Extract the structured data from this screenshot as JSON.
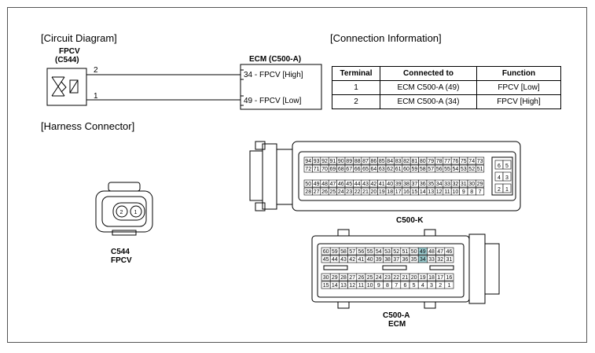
{
  "sections": {
    "circuit": "[Circuit Diagram]",
    "connection": "[Connection Information]",
    "harness": "[Harness Connector]"
  },
  "fpcv": {
    "name": "FPCV",
    "code": "(C544)"
  },
  "ecm": {
    "title": "ECM (C500-A)",
    "pins": [
      "34 - FPCV [High]",
      "49 - FPCV [Low]"
    ]
  },
  "wires": {
    "w1": "2",
    "w2": "1"
  },
  "table": {
    "headers": [
      "Terminal",
      "Connected to",
      "Function"
    ],
    "rows": [
      [
        "1",
        "ECM C500-A (49)",
        "FPCV [Low]"
      ],
      [
        "2",
        "ECM C500-A (34)",
        "FPCV [High]"
      ]
    ]
  },
  "connectors": {
    "c544": {
      "code": "C544",
      "name": "FPCV",
      "pins": [
        "2",
        "1"
      ]
    },
    "c500k": {
      "code": "C500-K",
      "rows": [
        [
          "94",
          "93",
          "92",
          "91",
          "90",
          "89",
          "88",
          "87",
          "86",
          "85",
          "84",
          "83",
          "82",
          "81",
          "80",
          "79",
          "78",
          "77",
          "76",
          "75",
          "74",
          "73"
        ],
        [
          "72",
          "71",
          "70",
          "69",
          "68",
          "67",
          "66",
          "65",
          "64",
          "63",
          "62",
          "61",
          "60",
          "59",
          "58",
          "57",
          "56",
          "55",
          "54",
          "53",
          "52",
          "51"
        ],
        [
          "50",
          "49",
          "48",
          "47",
          "46",
          "45",
          "44",
          "43",
          "42",
          "41",
          "40",
          "39",
          "38",
          "37",
          "36",
          "35",
          "34",
          "33",
          "32",
          "31",
          "30",
          "29"
        ],
        [
          "28",
          "27",
          "26",
          "25",
          "24",
          "23",
          "22",
          "21",
          "20",
          "19",
          "18",
          "17",
          "16",
          "15",
          "14",
          "13",
          "12",
          "11",
          "10",
          "9",
          "8",
          "7"
        ]
      ],
      "side": [
        [
          "6",
          "5"
        ],
        [
          "4",
          "3"
        ],
        [
          "2",
          "1"
        ]
      ]
    },
    "c500a": {
      "code": "C500-A",
      "name": "ECM",
      "rows": [
        [
          "60",
          "59",
          "58",
          "57",
          "56",
          "55",
          "54",
          "53",
          "52",
          "51",
          "50",
          "49",
          "48",
          "47",
          "46"
        ],
        [
          "45",
          "44",
          "43",
          "42",
          "41",
          "40",
          "39",
          "38",
          "37",
          "36",
          "35",
          "34",
          "33",
          "32",
          "31"
        ],
        [
          "30",
          "29",
          "28",
          "27",
          "26",
          "25",
          "24",
          "23",
          "22",
          "21",
          "20",
          "19",
          "18",
          "17",
          "16"
        ],
        [
          "15",
          "14",
          "13",
          "12",
          "11",
          "10",
          "9",
          "8",
          "7",
          "6",
          "5",
          "4",
          "3",
          "2",
          "1"
        ]
      ],
      "highlight": [
        "49",
        "34"
      ],
      "highlight_color": "#9fd0d4"
    }
  }
}
